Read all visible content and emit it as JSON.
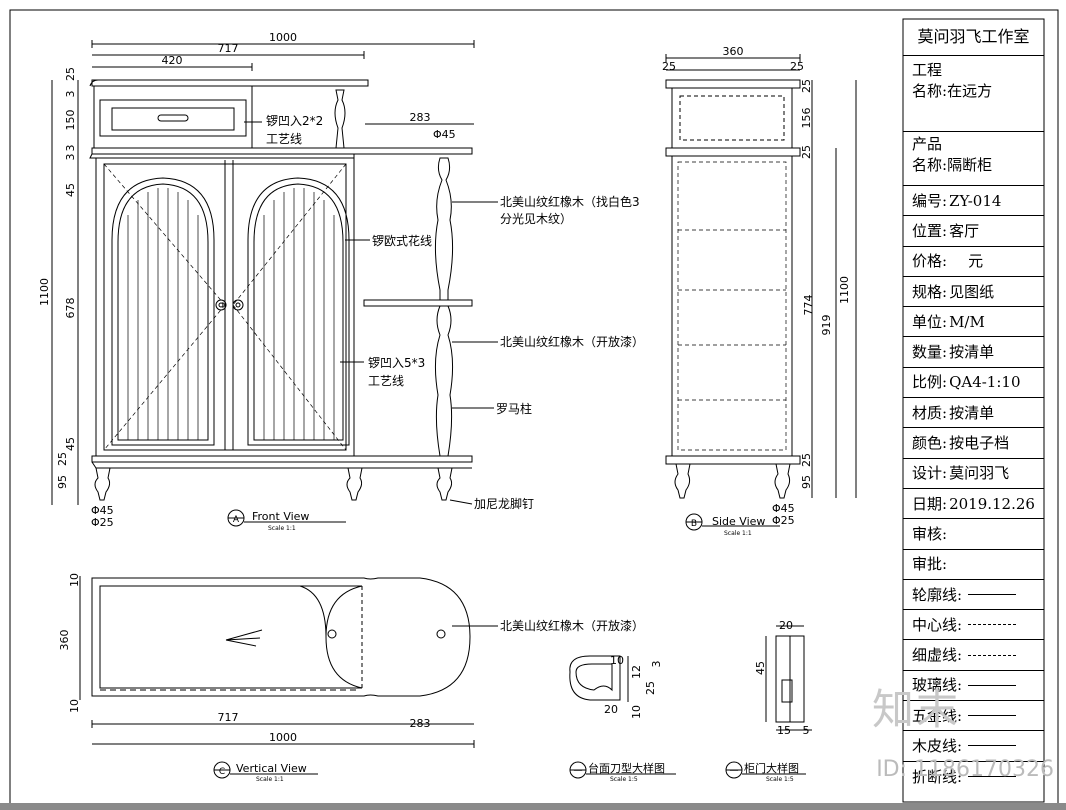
{
  "front_view": {
    "dims": {
      "total_w": "1000",
      "cab_w": "717",
      "drawer_w": "420",
      "shelf_ext": "283",
      "total_h": "1100",
      "d_top": "25",
      "d_3a": "3",
      "d_150": "150",
      "d_3b": "3",
      "d_3c": "3",
      "d_45a": "45",
      "d_678": "678",
      "d_45b": "45",
      "d_25b": "25",
      "d_95": "95",
      "dia_45_top": "Φ45",
      "dia_45": "Φ45",
      "dia_25": "Φ25"
    },
    "notes": {
      "n1a": "锣凹入2*2",
      "n1b": "工艺线",
      "n2a": "北美山纹红橡木（找白色3",
      "n2b": "分光见木纹）",
      "n3": "锣欧式花线",
      "n4": "北美山纹红橡木（开放漆）",
      "n5a": "锣凹入5*3",
      "n5b": "工艺线",
      "n6": "罗马柱",
      "n7": "加尼龙脚钉"
    },
    "label": {
      "letter": "A",
      "title": "Front View",
      "scale": "Scale 1:1"
    }
  },
  "side_view": {
    "dims": {
      "w": "360",
      "l25": "25",
      "r25": "25",
      "h25a": "25",
      "h156": "156",
      "h25b": "25",
      "h774": "774",
      "h919": "919",
      "h1100": "1100",
      "h25c": "25",
      "h95": "95",
      "dia45": "Φ45",
      "dia25": "Φ25"
    },
    "label": {
      "letter": "B",
      "title": "Side View",
      "scale": "Scale 1:1"
    }
  },
  "top_view": {
    "dims": {
      "d10a": "10",
      "d360": "360",
      "d10b": "10",
      "w717": "717",
      "w283": "283",
      "w1000": "1000"
    },
    "note": "北美山纹红橡木（开放漆）",
    "label": {
      "letter": "C",
      "title": "Vertical View",
      "scale": "Scale 1:1"
    }
  },
  "detail_top": {
    "dims": {
      "d10": "10",
      "d20": "20",
      "d12": "12",
      "d3": "3",
      "d25": "25",
      "d10b": "10"
    },
    "label": {
      "letter": "一",
      "title": "台面刀型大样图",
      "scale": "Scale 1:5"
    }
  },
  "detail_door": {
    "dims": {
      "d20": "20",
      "d45": "45",
      "d15": "15",
      "d5": "5"
    },
    "label": {
      "letter": "一",
      "title": "柜门大样图",
      "scale": "Scale 1:5"
    }
  },
  "title_block": {
    "studio": "莫问羽飞工作室",
    "project_label": "工程",
    "project_name_key": "名称:",
    "project_name": "在远方",
    "product_label": "产品",
    "product_name_key": "名称:",
    "product_name": "隔断柜",
    "rows": [
      {
        "k": "编号:",
        "v": "ZY-014"
      },
      {
        "k": "位置:",
        "v": "客厅"
      },
      {
        "k": "价格:",
        "v": "    元"
      },
      {
        "k": "规格:",
        "v": "见图纸"
      },
      {
        "k": "单位:",
        "v": "M/M"
      },
      {
        "k": "数量:",
        "v": "按清单"
      },
      {
        "k": "比例:",
        "v": "QA4-1:10"
      },
      {
        "k": "材质:",
        "v": "按清单"
      },
      {
        "k": "颜色:",
        "v": "按电子档"
      },
      {
        "k": "设计:",
        "v": "莫问羽飞"
      },
      {
        "k": "日期:",
        "v": "2019.12.26"
      },
      {
        "k": "审核:",
        "v": ""
      },
      {
        "k": "审批:",
        "v": ""
      }
    ],
    "lines": [
      {
        "k": "轮廓线:",
        "style": "solid"
      },
      {
        "k": "中心线:",
        "style": "dashdot"
      },
      {
        "k": "细虚线:",
        "style": "dash"
      },
      {
        "k": "玻璃线:",
        "style": "solid"
      },
      {
        "k": "五金线:",
        "style": "solid"
      },
      {
        "k": "木皮线:",
        "style": "solid"
      },
      {
        "k": "折断线:",
        "style": "break"
      }
    ]
  },
  "watermark": {
    "logo": "知末",
    "id": "ID: 1186170326"
  }
}
